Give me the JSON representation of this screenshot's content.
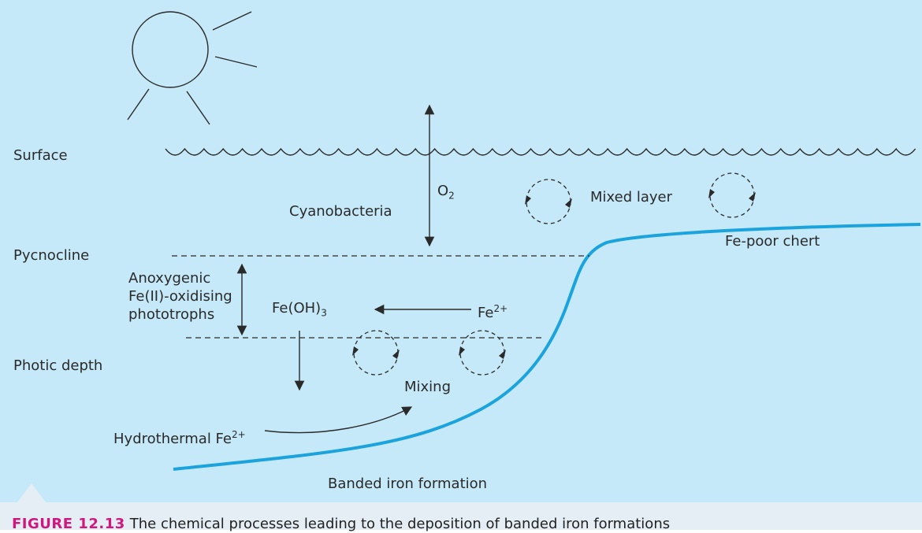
{
  "labels": {
    "surface": "Surface",
    "pycnocline": "Pycnocline",
    "photic_depth": "Photic depth",
    "cyanobacteria": "Cyanobacteria",
    "o2_main": "O",
    "o2_sub": "2",
    "mixed_layer": "Mixed layer",
    "fe_poor_chert": "Fe-poor chert",
    "anoxygenic_line1": "Anoxygenic",
    "anoxygenic_line2": "Fe(II)-oxidising",
    "anoxygenic_line3": "phototrophs",
    "feoh3_main": "Fe(OH)",
    "feoh3_sub": "3",
    "fe2_main": "Fe",
    "fe2_sup": "2+",
    "mixing": "Mixing",
    "hydrothermal_main": "Hydrothermal Fe",
    "hydrothermal_sup": "2+",
    "banded_iron": "Banded iron formation"
  },
  "caption": {
    "figure_number": "FIGURE 12.13",
    "text": "The chemical processes leading to the deposition of banded iron formations"
  },
  "colors": {
    "water": "#c5e9f8",
    "seafloor": "#1aa3dd",
    "line": "#2a2a2a",
    "caption_accent": "#d1177e"
  }
}
